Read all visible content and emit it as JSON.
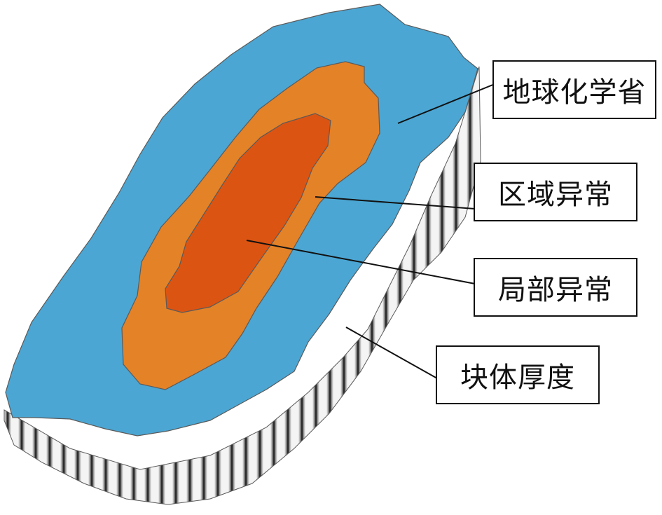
{
  "labels": {
    "geochemical_province": "地球化学省",
    "regional_anomaly": "区域异常",
    "local_anomaly": "局部异常",
    "block_thickness": "块体厚度"
  },
  "colors": {
    "province_fill": "#4ba6d3",
    "regional_fill": "#e48228",
    "local_fill": "#dc5412",
    "outline": "#5a5a5a",
    "stripe_dark": "#111111",
    "stripe_light": "#f2f2f2"
  }
}
